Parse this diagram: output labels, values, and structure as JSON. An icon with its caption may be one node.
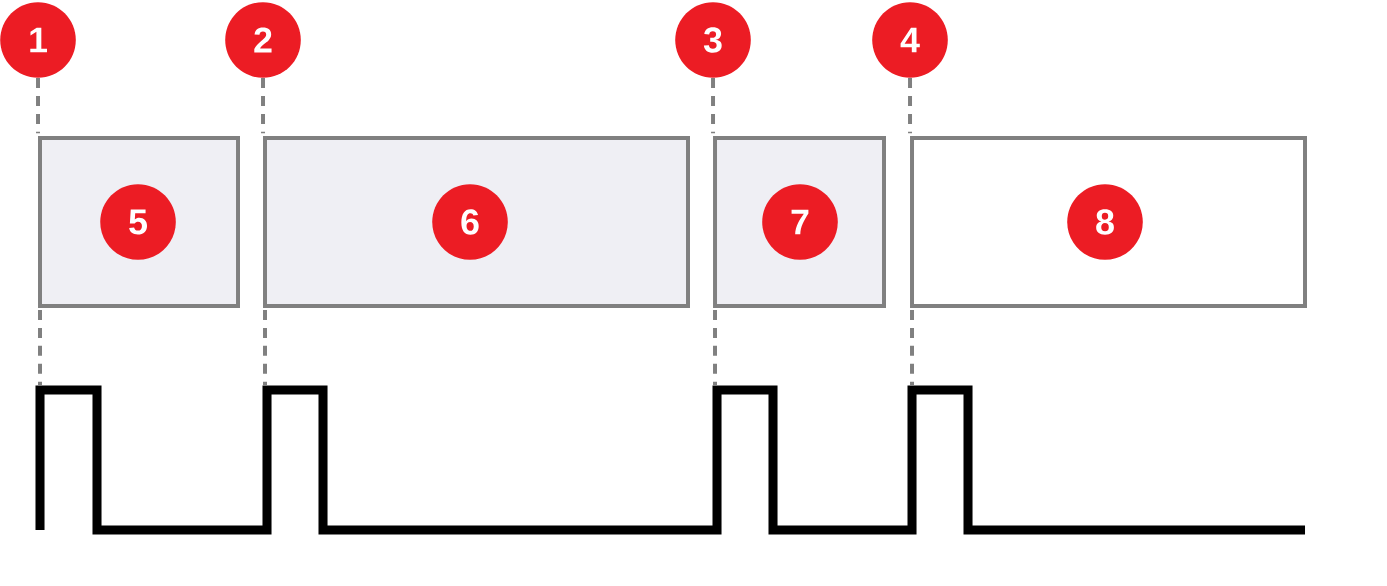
{
  "diagram": {
    "nodes": [
      {
        "text": [
          "1"
        ]
      },
      {
        "text": [
          "2"
        ]
      },
      {
        "text": [
          "3"
        ]
      },
      {
        "text": [
          "4"
        ]
      },
      {
        "text": [],
        "shape": "box"
      },
      {
        "text": [
          "5"
        ],
        "in": 4
      },
      {
        "text": [],
        "shape": "box"
      },
      {
        "text": [
          "6"
        ],
        "in": 6
      },
      {
        "text": [],
        "shape": "box"
      },
      {
        "text": [
          "7"
        ],
        "in": 8
      },
      {
        "text": [],
        "shape": "box"
      },
      {
        "text": [
          "8"
        ],
        "in": 10
      }
    ],
    "edges": [
      {
        "from": 0,
        "to": 4,
        "arrow": "none",
        "style": "dashed"
      },
      {
        "from": 1,
        "to": 6,
        "arrow": "none",
        "style": "dashed"
      },
      {
        "from": 2,
        "to": 8,
        "arrow": "none",
        "style": "dashed"
      },
      {
        "from": 3,
        "to": 10,
        "arrow": "none",
        "style": "dashed"
      }
    ]
  }
}
